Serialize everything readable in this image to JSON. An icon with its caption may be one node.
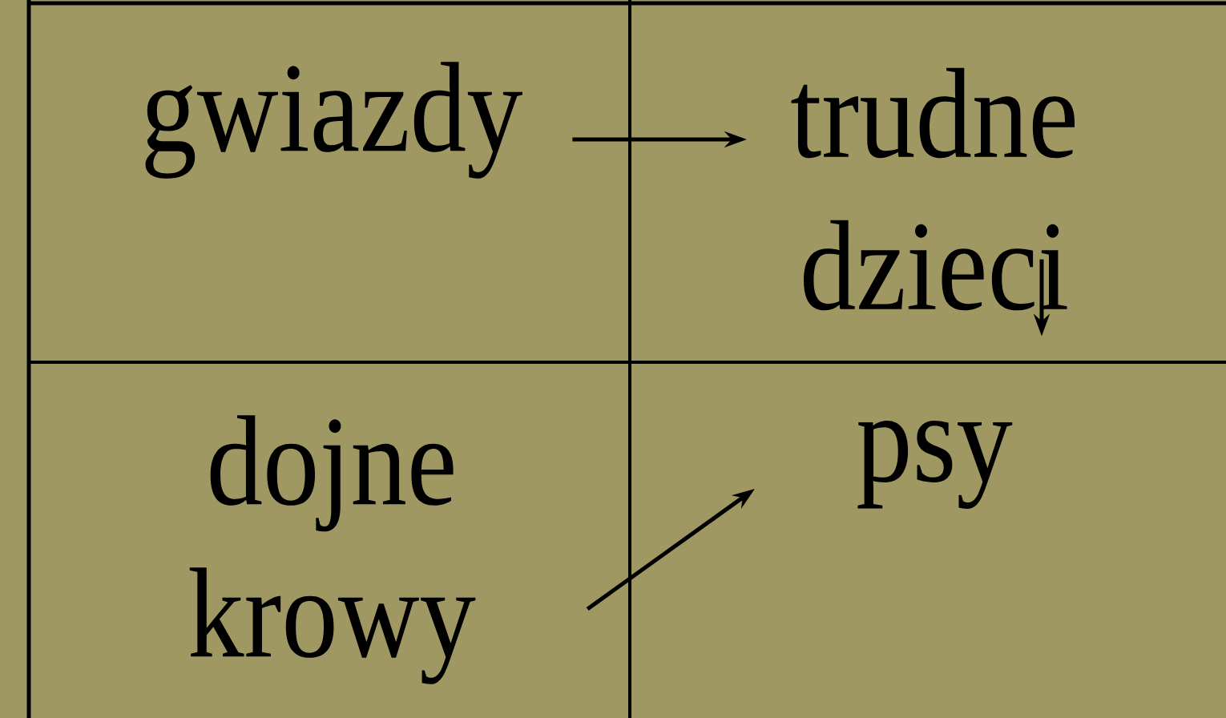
{
  "diagram": {
    "nodes": [
      {
        "text": [
          "gwiazdy"
        ]
      },
      {
        "text": [
          "trudne dzieci"
        ]
      },
      {
        "text": [
          "dojne krowy"
        ]
      },
      {
        "text": [
          "psy"
        ]
      }
    ],
    "edges": [
      {
        "from": 0,
        "to": 1,
        "arrow": "to"
      },
      {
        "from": 1,
        "to": null,
        "arrow": "to"
      },
      {
        "from": 2,
        "to": 3,
        "arrow": "to"
      }
    ]
  }
}
